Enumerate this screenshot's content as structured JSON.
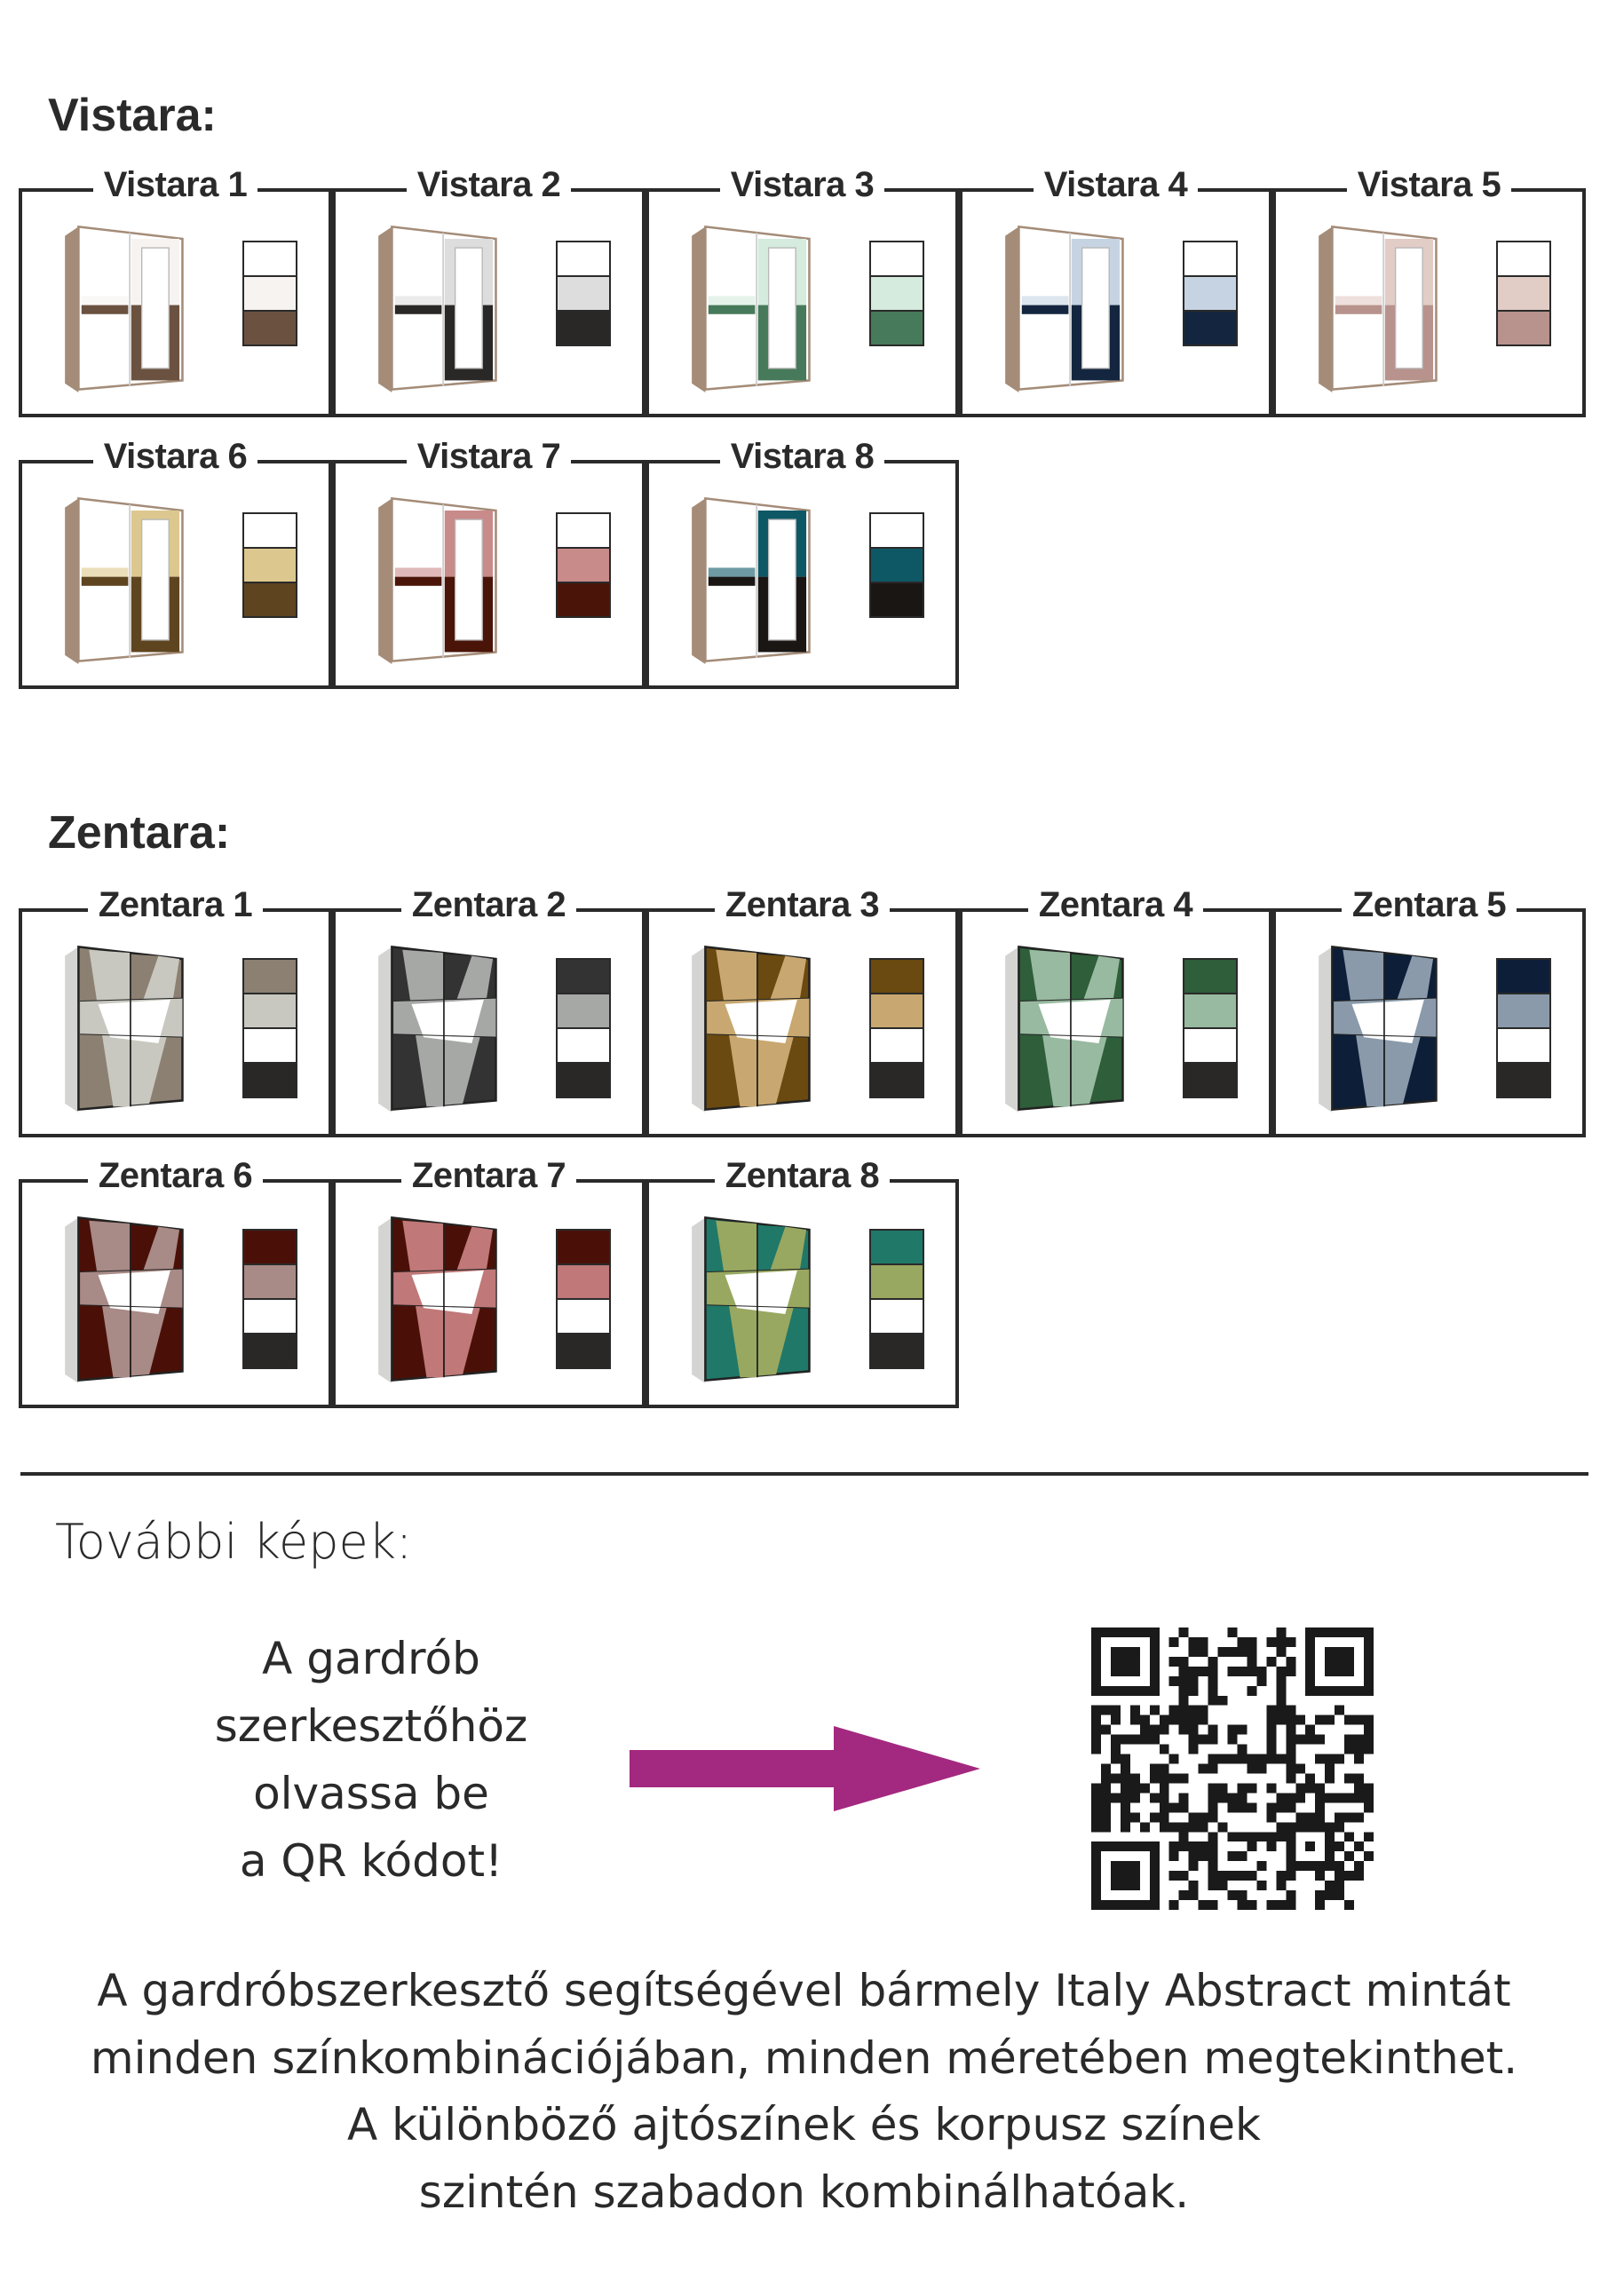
{
  "sections": [
    {
      "title": "Vistara:",
      "type": "vistara",
      "items": [
        {
          "label": "Vistara 1",
          "colors": [
            "#ffffff",
            "#f7f3f1",
            "#6b5240"
          ]
        },
        {
          "label": "Vistara 2",
          "colors": [
            "#ffffff",
            "#dcdddc",
            "#2a2826"
          ]
        },
        {
          "label": "Vistara 3",
          "colors": [
            "#ffffff",
            "#d4ebde",
            "#477a5a"
          ]
        },
        {
          "label": "Vistara 4",
          "colors": [
            "#ffffff",
            "#c6d3e2",
            "#14263f"
          ]
        },
        {
          "label": "Vistara 5",
          "colors": [
            "#ffffff",
            "#e2ccc6",
            "#b8928c"
          ]
        },
        {
          "label": "Vistara 6",
          "colors": [
            "#ffffff",
            "#dcc88e",
            "#5e4520"
          ]
        },
        {
          "label": "Vistara 7",
          "colors": [
            "#ffffff",
            "#c98a8a",
            "#4a1408"
          ]
        },
        {
          "label": "Vistara 8",
          "colors": [
            "#ffffff",
            "#0e5866",
            "#1a1614"
          ]
        }
      ]
    },
    {
      "title": "Zentara:",
      "type": "zentara",
      "items": [
        {
          "label": "Zentara 1",
          "colors": [
            "#8c8072",
            "#c8c8c0",
            "#ffffff",
            "#2a2826"
          ]
        },
        {
          "label": "Zentara 2",
          "colors": [
            "#333333",
            "#a6a8a6",
            "#ffffff",
            "#2a2826"
          ]
        },
        {
          "label": "Zentara 3",
          "colors": [
            "#6a4a10",
            "#c8a870",
            "#ffffff",
            "#2a2826"
          ]
        },
        {
          "label": "Zentara 4",
          "colors": [
            "#2e5e3a",
            "#98baa0",
            "#ffffff",
            "#2a2826"
          ]
        },
        {
          "label": "Zentara 5",
          "colors": [
            "#0c1e38",
            "#8a9aaa",
            "#ffffff",
            "#2a2826"
          ]
        },
        {
          "label": "Zentara 6",
          "colors": [
            "#4a1008",
            "#a88a86",
            "#ffffff",
            "#2a2826"
          ]
        },
        {
          "label": "Zentara 7",
          "colors": [
            "#4a1008",
            "#c07878",
            "#ffffff",
            "#2a2826"
          ]
        },
        {
          "label": "Zentara 8",
          "colors": [
            "#207868",
            "#98a860",
            "#ffffff",
            "#2a2826"
          ]
        }
      ]
    }
  ],
  "more_images": {
    "title": "További képek:",
    "qr_note": [
      "A gardrób",
      "szerkesztőhöz",
      "olvassa be",
      "a QR kódot!"
    ],
    "arrow_color": "#a3287f"
  },
  "footer": [
    "A gardróbszerkesztő segítségével bármely Italy Abstract mintát",
    "minden színkombinációjában, minden méretében megtekinthet.",
    "A különböző ajtószínek és korpusz színek",
    "szintén szabadon kombinálhatóak."
  ]
}
